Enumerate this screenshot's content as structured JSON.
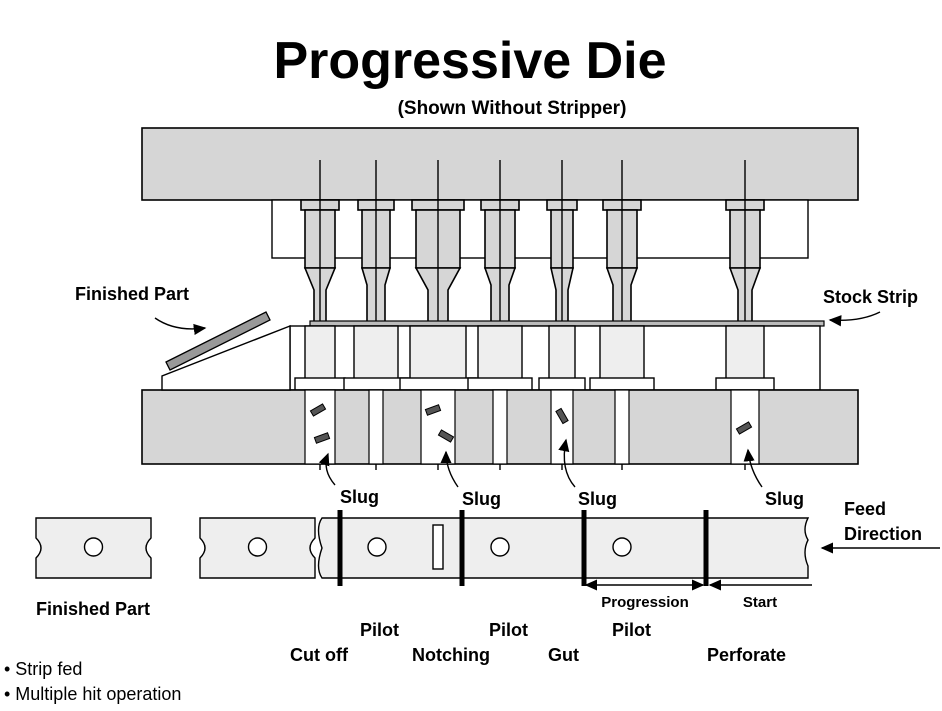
{
  "title": "Progressive Die",
  "subtitle": "(Shown Without Stripper)",
  "labels": {
    "finished_part_top": "Finished Part",
    "stock_strip": "Stock Strip",
    "slug": "Slug",
    "feed_direction_line1": "Feed",
    "feed_direction_line2": "Direction",
    "finished_part_bottom": "Finished Part",
    "progression": "Progression",
    "start": "Start"
  },
  "stations": [
    {
      "pilot": "Pilot",
      "operation": "Cut off"
    },
    {
      "pilot": "Pilot",
      "operation": "Notching"
    },
    {
      "pilot": "Pilot",
      "operation": "Gut"
    },
    {
      "pilot": "",
      "operation": "Perforate"
    }
  ],
  "notes": [
    "• Strip fed",
    "• Multiple hit operation"
  ]
}
